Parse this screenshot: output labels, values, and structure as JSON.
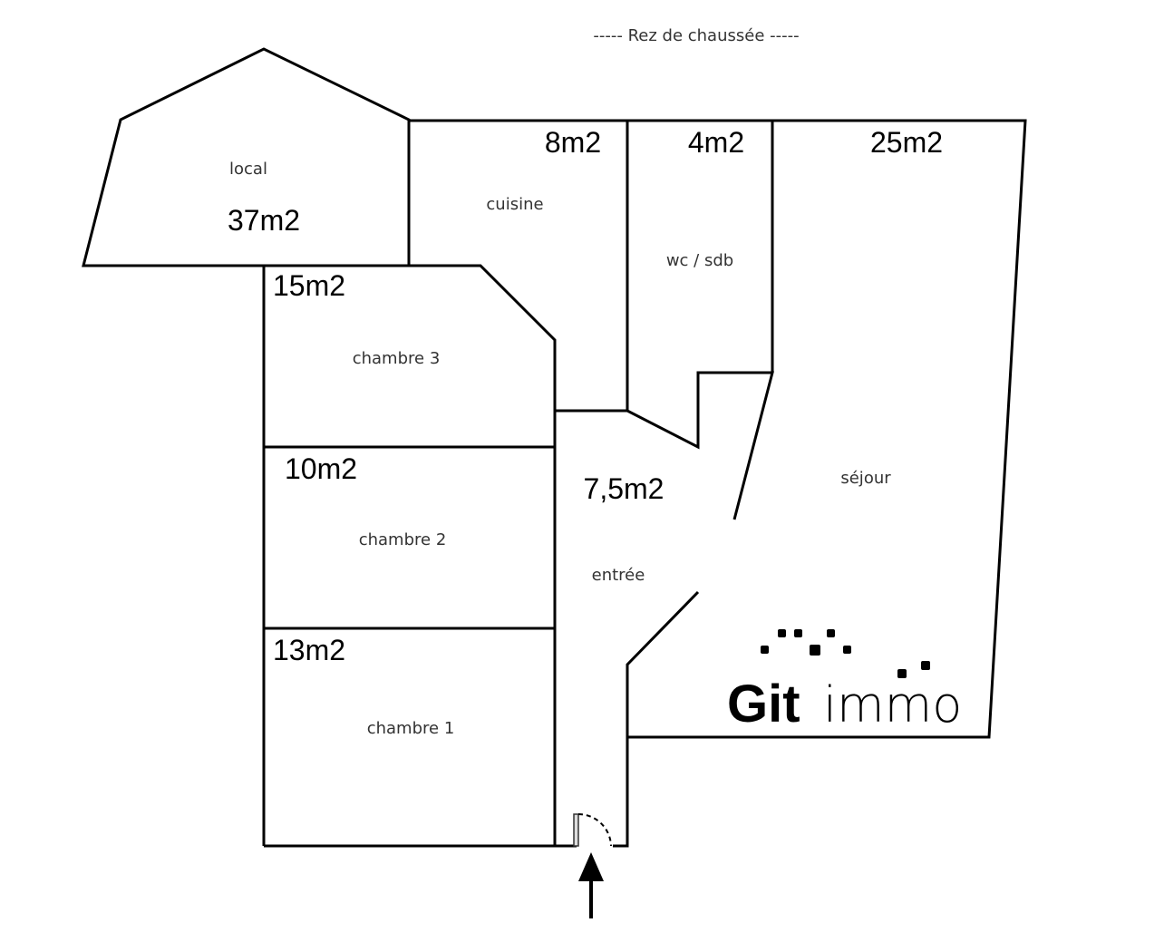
{
  "title": "-----  Rez de chaussée  -----",
  "rooms": {
    "local": {
      "label": "local",
      "area": "37m2"
    },
    "cuisine": {
      "label": "cuisine",
      "area": "8m2"
    },
    "wc": {
      "label": "wc / sdb",
      "area": "4m2"
    },
    "sejour": {
      "label": "séjour",
      "area": "25m2"
    },
    "chambre3": {
      "label": "chambre 3",
      "area": "15m2"
    },
    "chambre2": {
      "label": "chambre 2",
      "area": "10m2"
    },
    "chambre1": {
      "label": "chambre 1",
      "area": "13m2"
    },
    "entree": {
      "label": "entrée",
      "area": "7,5m2"
    }
  },
  "logo": {
    "bold": "Git",
    "light": "immo"
  }
}
